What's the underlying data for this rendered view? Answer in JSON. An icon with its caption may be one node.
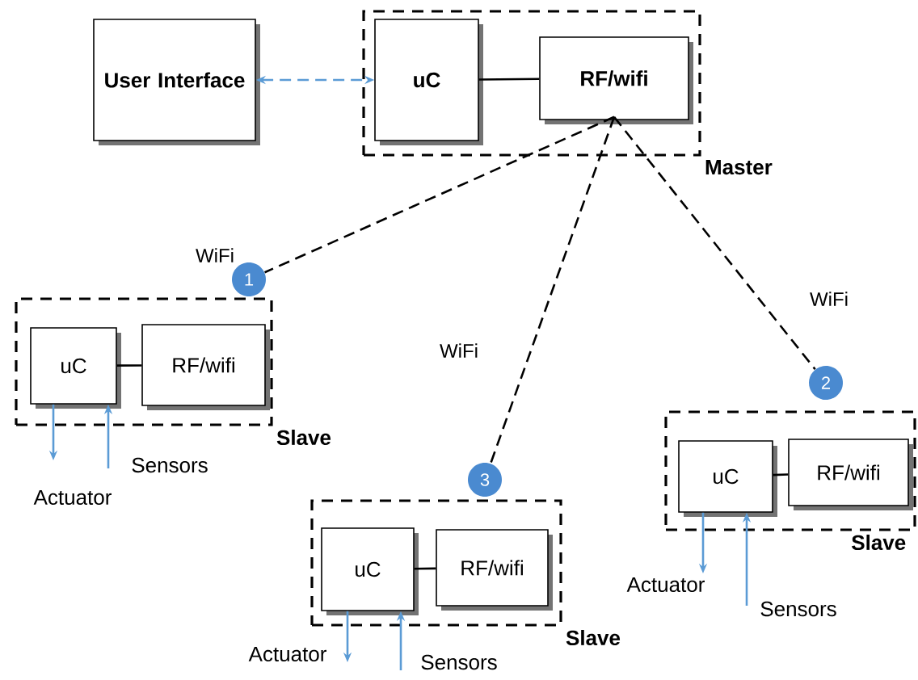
{
  "diagram": {
    "nodes": [
      {
        "text": [
          "Master"
        ]
      },
      {
        "text": [
          "User Interface"
        ]
      },
      {
        "text": [
          "uC"
        ],
        "in": 0
      },
      {
        "text": [
          "RF/wifi"
        ],
        "in": 0
      },
      {
        "text": [
          "1"
        ]
      },
      {
        "text": [
          "Slave"
        ]
      },
      {
        "text": [
          "uC"
        ],
        "in": 5
      },
      {
        "text": [
          "RF/wifi"
        ],
        "in": 5
      },
      {
        "text": [
          "Actuator"
        ]
      },
      {
        "text": [
          "Sensors"
        ]
      },
      {
        "text": [
          "2"
        ]
      },
      {
        "text": [
          "Slave"
        ]
      },
      {
        "text": [
          "uC"
        ],
        "in": 11
      },
      {
        "text": [
          "RF/wifi"
        ],
        "in": 11
      },
      {
        "text": [
          "Actuator"
        ]
      },
      {
        "text": [
          "Sensors"
        ]
      },
      {
        "text": [
          "3"
        ]
      },
      {
        "text": [
          "Slave"
        ]
      },
      {
        "text": [
          "uC"
        ],
        "in": 17
      },
      {
        "text": [
          "RF/wifi"
        ],
        "in": 17
      },
      {
        "text": [
          "Actuator"
        ]
      },
      {
        "text": [
          "Sensors"
        ]
      }
    ],
    "edges": [
      {
        "from": 1,
        "to": 2,
        "arrow": "both",
        "style": "dashed",
        "color": "#5b9bd5"
      },
      {
        "from": 2,
        "to": 3,
        "arrow": "none",
        "color": "#000000"
      },
      {
        "from": 3,
        "to": 4,
        "arrow": "none",
        "style": "dashed",
        "label": "WiFi",
        "color": "#000000"
      },
      {
        "from": 3,
        "to": 16,
        "arrow": "none",
        "style": "dashed",
        "label": "WiFi",
        "color": "#000000"
      },
      {
        "from": 3,
        "to": 10,
        "arrow": "none",
        "style": "dashed",
        "label": "WiFi",
        "color": "#000000"
      },
      {
        "from": 6,
        "to": 7,
        "arrow": "none",
        "color": "#000000"
      },
      {
        "from": 6,
        "to": 8,
        "arrow": "to",
        "color": "#5b9bd5"
      },
      {
        "from": 9,
        "to": 6,
        "arrow": "to",
        "color": "#5b9bd5"
      },
      {
        "from": 12,
        "to": 13,
        "arrow": "none",
        "color": "#000000"
      },
      {
        "from": 12,
        "to": 14,
        "arrow": "to",
        "color": "#5b9bd5"
      },
      {
        "from": 15,
        "to": 12,
        "arrow": "to",
        "color": "#5b9bd5"
      },
      {
        "from": 18,
        "to": 19,
        "arrow": "none",
        "color": "#000000"
      },
      {
        "from": 18,
        "to": 20,
        "arrow": "to",
        "color": "#5b9bd5"
      },
      {
        "from": 21,
        "to": 18,
        "arrow": "to",
        "color": "#5b9bd5"
      }
    ]
  }
}
